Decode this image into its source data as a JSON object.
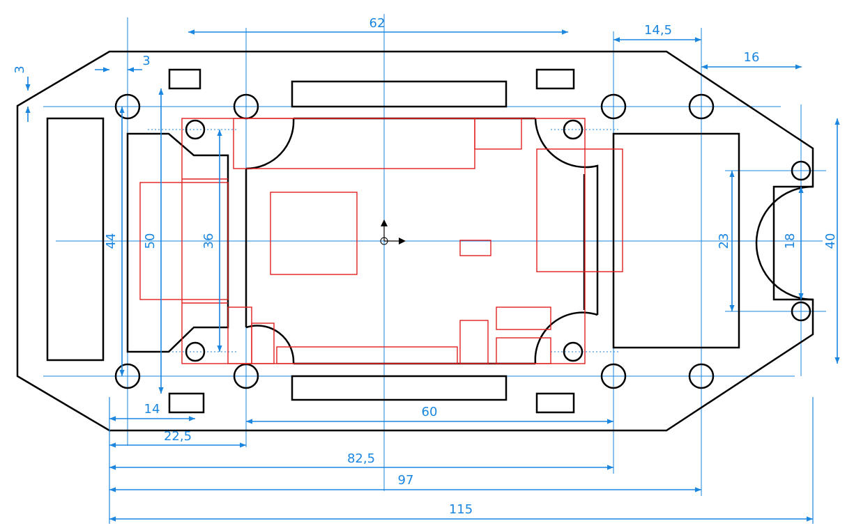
{
  "colors": {
    "outline": "#000000",
    "component_outline": "#e02020",
    "dimension": "#1a86e0",
    "background": "#ffffff"
  },
  "dimensions": {
    "top_span": "62",
    "right_offset": "14,5",
    "right_edge": "16",
    "corner_h": "3",
    "corner_v": "3",
    "height_outer": "44",
    "height_mid": "50",
    "height_inner": "36",
    "right_holes": "23",
    "right_slot": "18",
    "right_total": "40",
    "left_14": "14",
    "bottom_60": "60",
    "left_22": "22,5",
    "span_82": "82,5",
    "span_97": "97",
    "span_115": "115"
  }
}
